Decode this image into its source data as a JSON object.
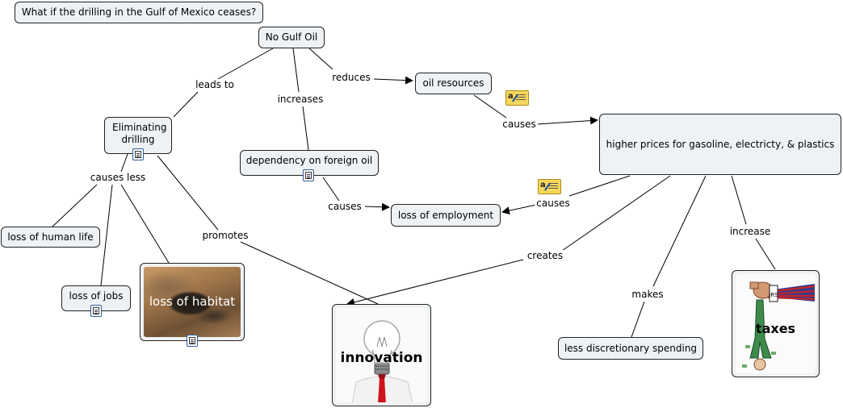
{
  "nodes": {
    "question": "What if the drilling in the Gulf of Mexico ceases?",
    "no_gulf_oil": "No Gulf Oil",
    "oil_resources": "oil resources",
    "eliminating_drilling": "Eliminating drilling",
    "dependency": "dependency on foreign oil",
    "higher_prices": "higher prices for gasoline, electricty, & plastics",
    "loss_employment": "loss of employment",
    "loss_human_life": "loss of human life",
    "loss_jobs": "loss of jobs",
    "loss_habitat": "loss of habitat",
    "innovation": "innovation",
    "less_spending": "less discretionary spending",
    "taxes": "taxes",
    "irs_mark": "IRS"
  },
  "links": {
    "leads_to": "leads to",
    "increases": "increases",
    "reduces": "reduces",
    "causes_1": "causes",
    "causes_less": "causes less",
    "causes_2": "causes",
    "causes_3": "causes",
    "promotes": "promotes",
    "creates": "creates",
    "makes": "makes",
    "increase": "increase"
  },
  "icons": {
    "doc": "document-icon",
    "note": "note-icon",
    "bulb": "light-bulb-icon"
  },
  "colors": {
    "node_fill": "#eef2f4",
    "node_border": "#222222",
    "line": "#000000",
    "note_yellow": "#f6d75a",
    "tie_red": "#d0121b"
  }
}
